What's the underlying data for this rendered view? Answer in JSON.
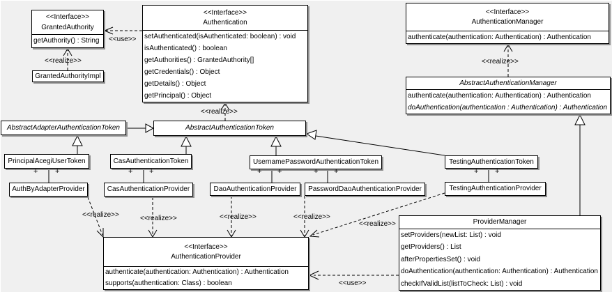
{
  "diagram": {
    "background": "#f0f0f0",
    "box_fill": "#ffffff",
    "line_color": "#000000",
    "shadow_color": "#8f8f8f",
    "classes": {
      "granted_authority": {
        "stereotype": "<<Interface>>",
        "name": "GrantedAuthority",
        "methods": [
          "getAuthority() : String"
        ]
      },
      "granted_authority_impl": {
        "name": "GrantedAuthorityImpl"
      },
      "authentication": {
        "stereotype": "<<Interface>>",
        "name": "Authentication",
        "methods": [
          "setAuthenticated(isAuthenticated: boolean) : void",
          "isAuthenticated() : boolean",
          "getAuthorities() : GrantedAuthority[]",
          "getCredentials() : Object",
          "getDetails() : Object",
          "getPrincipal() : Object"
        ]
      },
      "authentication_manager": {
        "stereotype": "<<Interface>>",
        "name": "AuthenticationManager",
        "methods": [
          "authenticate(authentication: Authentication) : Authentication"
        ]
      },
      "abstract_authentication_manager": {
        "name": "AbstractAuthenticationManager",
        "methods": [
          "authenticate(authentication: Authentication) : Authentication",
          "doAuthentication(authentication : Authentication) : Authentication"
        ]
      },
      "abstract_adapter_authentication_token": {
        "name": "AbstractAdapterAuthenticationToken"
      },
      "abstract_authentication_token": {
        "name": "AbstractAuthenticationToken"
      },
      "principal_acegi_user_token": {
        "name": "PrincipalAcegiUserToken"
      },
      "cas_authentication_token": {
        "name": "CasAuthenticationToken"
      },
      "username_password_authentication_token": {
        "name": "UsernamePasswordAuthenticationToken"
      },
      "testing_authentication_token": {
        "name": "TestingAuthenticationToken"
      },
      "auth_by_adapter_provider": {
        "name": "AuthByAdapterProvider"
      },
      "cas_authentication_provider": {
        "name": "CasAuthenticationProvider"
      },
      "dao_authentication_provider": {
        "name": "DaoAuthenticationProvider"
      },
      "password_dao_authentication_provider": {
        "name": "PasswordDaoAuthenticationProvider"
      },
      "testing_authentication_provider": {
        "name": "TestingAuthenticationProvider"
      },
      "authentication_provider": {
        "stereotype": "<<Interface>>",
        "name": "AuthenticationProvider",
        "methods": [
          "authenticate(authentication: Authentication) : Authentication",
          "supports(authentication: Class) : boolean"
        ]
      },
      "provider_manager": {
        "name": "ProviderManager",
        "methods": [
          "setProviders(newList: List) : void",
          "getProviders() : List",
          "afterPropertiesSet() : void",
          "doAuthentication(authentication: Authentication) : Authentication",
          "checkIfValidList(listToCheck: List) : void"
        ]
      }
    },
    "labels": {
      "use": "<<use>>",
      "realize": "<<realize>>",
      "plus": "+"
    }
  }
}
